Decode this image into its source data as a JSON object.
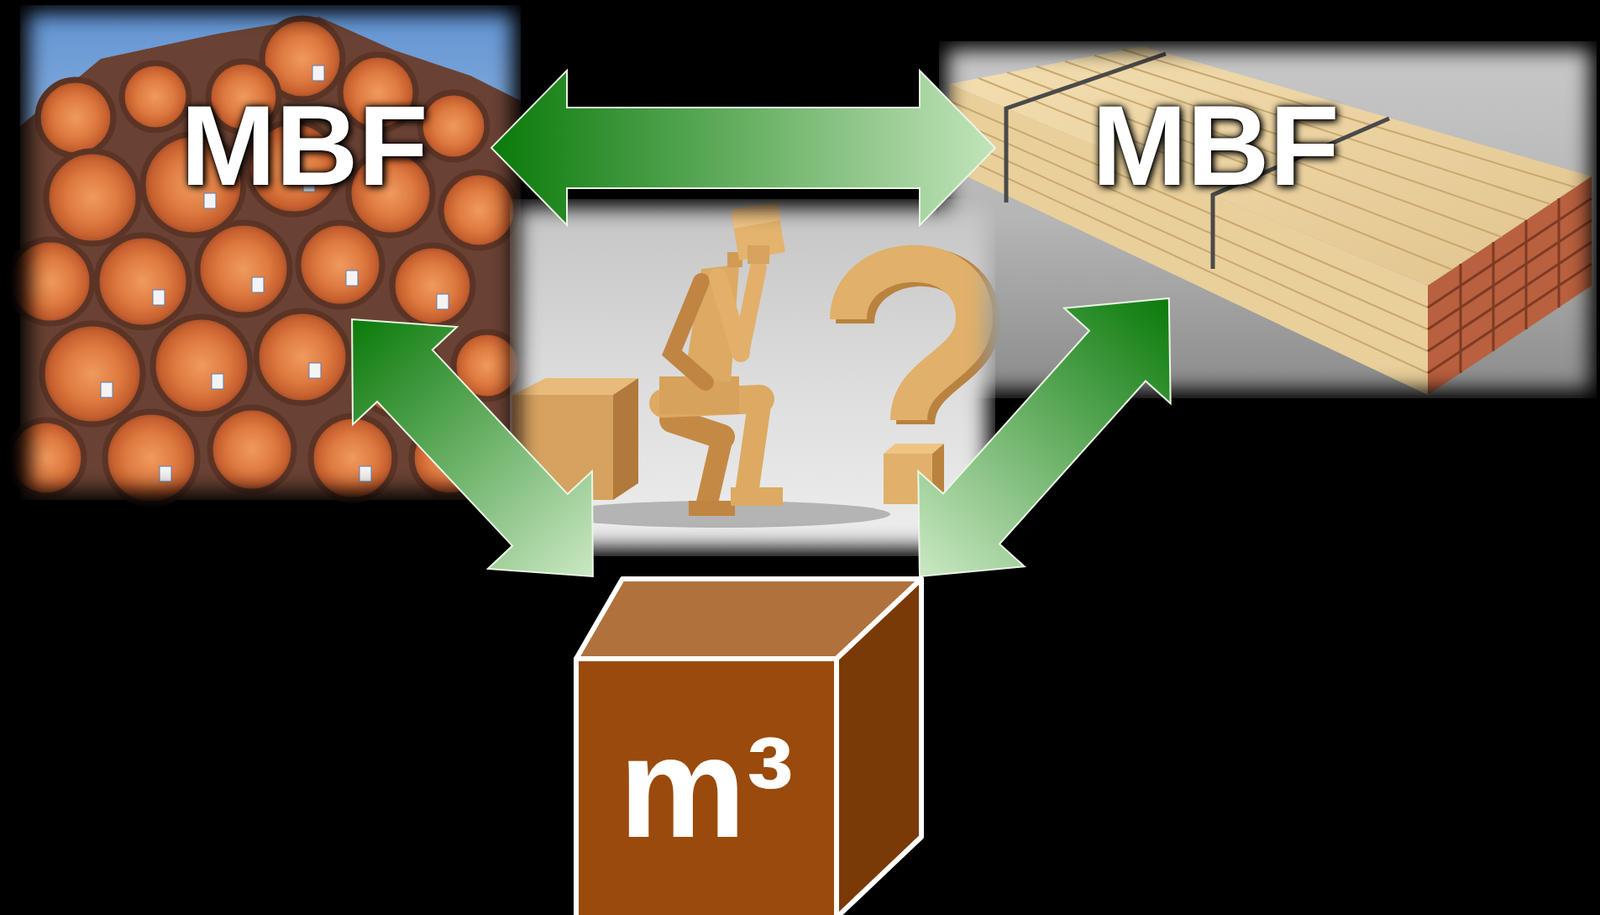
{
  "diagram": {
    "nodes": [
      {
        "text": [
          "MBF"
        ]
      },
      {
        "text": [
          "MBF"
        ]
      },
      {
        "text": [
          "m³"
        ]
      }
    ],
    "edges": [
      {
        "from": 0,
        "to": 1,
        "arrow": "both"
      },
      {
        "from": 0,
        "to": 2,
        "arrow": "both"
      },
      {
        "from": 1,
        "to": 2,
        "arrow": "both"
      }
    ]
  }
}
